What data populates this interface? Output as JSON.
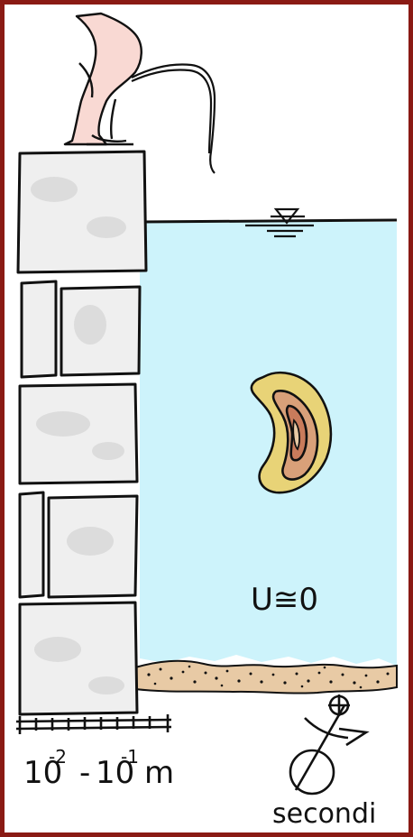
{
  "labels": {
    "velocity": "U≅0",
    "scale_length": "10⁻²-10⁻¹ m",
    "scale_length_base_a": "10",
    "scale_length_exp_a": "-2",
    "scale_length_sep": "-",
    "scale_length_base_b": "10",
    "scale_length_exp_b": "-1",
    "scale_length_unit": "m",
    "scale_time": "secondi"
  },
  "colors": {
    "frame": "#8a1a14",
    "water": "#cdf3fb",
    "stone_fill": "#efefef",
    "stone_patch": "#dcdcdc",
    "sediment": "#e8caa5",
    "eddy_outer": "#e8d377",
    "eddy_mid": "#d9a079",
    "eddy_inner": "#c97b5b",
    "skin": "#f9d9d3"
  }
}
